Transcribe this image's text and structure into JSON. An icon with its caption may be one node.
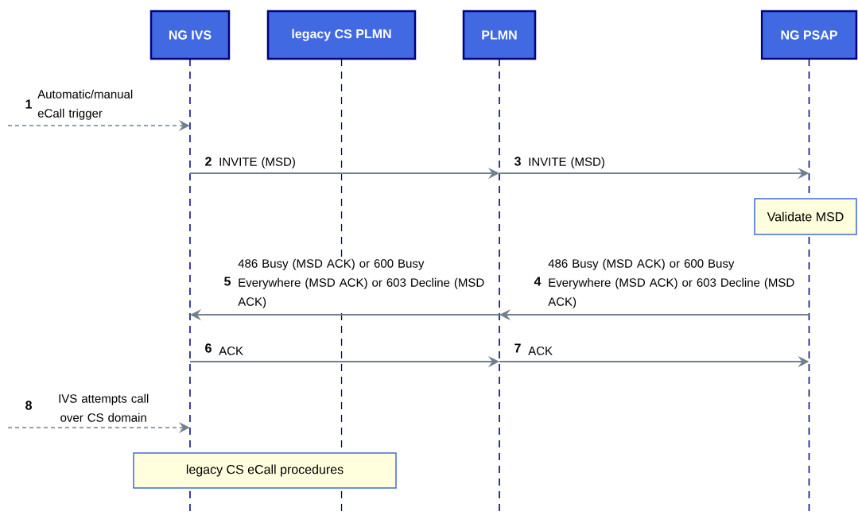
{
  "diagram": {
    "nodes": [
      {
        "text": [
          "NG IVS"
        ]
      },
      {
        "text": [
          "legacy CS PLMN"
        ]
      },
      {
        "text": [
          "PLMN"
        ]
      },
      {
        "text": [
          "NG PSAP"
        ]
      },
      {
        "text": [
          "Validate MSD"
        ]
      },
      {
        "text": [
          "legacy CS eCall procedures"
        ]
      }
    ],
    "edges": [
      {
        "from": null,
        "to": 0,
        "arrow": "to",
        "style": "dashed",
        "label": "Automatic/manual eCall trigger"
      },
      {
        "from": 0,
        "to": 2,
        "arrow": "to",
        "label": "INVITE (MSD)"
      },
      {
        "from": 2,
        "to": 3,
        "arrow": "to",
        "label": "INVITE (MSD)"
      },
      {
        "from": 3,
        "to": 2,
        "arrow": "to",
        "label": "486 Busy (MSD ACK) or 600 Busy Everywhere (MSD ACK) or 603 Decline (MSD ACK)"
      },
      {
        "from": 2,
        "to": 0,
        "arrow": "to",
        "label": "486 Busy (MSD ACK) or 600 Busy Everywhere (MSD ACK) or 603 Decline (MSD ACK)"
      },
      {
        "from": 0,
        "to": 2,
        "arrow": "to",
        "label": "ACK"
      },
      {
        "from": 2,
        "to": 3,
        "arrow": "to",
        "label": "ACK"
      },
      {
        "from": null,
        "to": 0,
        "arrow": "to",
        "style": "dashed",
        "label": "IVS attempts call over CS domain"
      }
    ],
    "labels": [
      "1",
      "2",
      "3",
      "5",
      "4",
      "6",
      "7",
      "8"
    ]
  }
}
